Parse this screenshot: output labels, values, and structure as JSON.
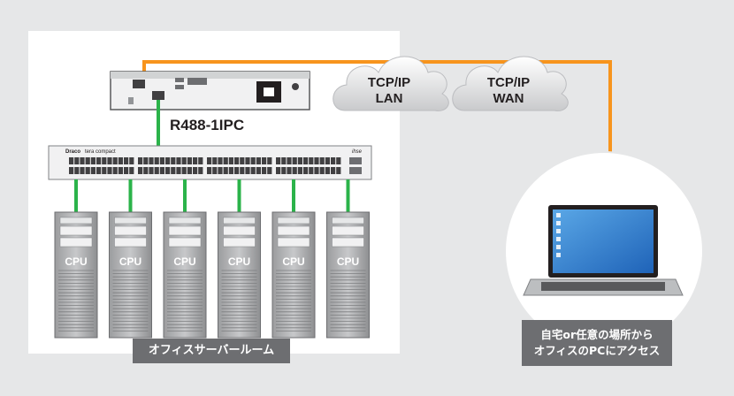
{
  "clouds": [
    {
      "line1": "TCP/IP",
      "line2": "LAN"
    },
    {
      "line1": "TCP/IP",
      "line2": "WAN"
    }
  ],
  "device": {
    "name": "R488-1IPC"
  },
  "switch": {
    "brand": "Draco",
    "model": "tera compact",
    "logo": "ihse"
  },
  "server_label": "CPU",
  "server_count": 6,
  "room_label": "オフィスサーバールーム",
  "remote_label": {
    "line1": "自宅or任意の場所から",
    "line2": "オフィスのPCにアクセス"
  },
  "colors": {
    "link_orange": "#f7941d",
    "link_green": "#2bb34a",
    "label_bg": "#6d6e71"
  }
}
